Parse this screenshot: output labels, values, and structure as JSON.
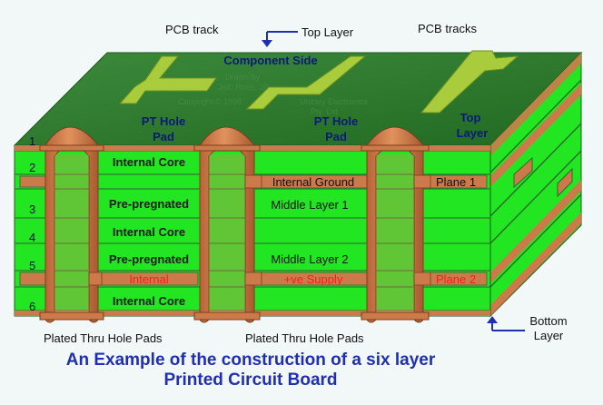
{
  "labels": {
    "pcb_track": "PCB track",
    "top_layer": "Top Layer",
    "pcb_tracks": "PCB tracks",
    "component_side": "Component Side",
    "pt_hole_pad_left_1": "PT Hole",
    "pt_hole_pad_left_2": "Pad",
    "pt_hole_pad_mid_1": "PT Hole",
    "pt_hole_pad_mid_2": "Pad",
    "top_layer_side_1": "Top",
    "top_layer_side_2": "Layer",
    "bottom_layer_1": "Bottom",
    "bottom_layer_2": "Layer",
    "plated_thru_left": "Plated Thru Hole Pads",
    "plated_thru_mid": "Plated Thru Hole Pads"
  },
  "watermark": {
    "drawn_by_1": "Drawn by",
    "drawn_by_2": "Jeff. Rose, JP",
    "copyright": "Copyright © 1998",
    "company_1": "Unitary Electronics",
    "company_2": "Pty. Ltd."
  },
  "layer_numbers": [
    "1",
    "2",
    "3",
    "4",
    "5",
    "6"
  ],
  "columns": {
    "left": [
      "Internal Core",
      "Pre-pregnated",
      "Internal Core",
      "Pre-pregnated",
      "Internal",
      "Internal Core"
    ],
    "middle": [
      "Internal Ground",
      "Middle Layer 1",
      "Middle Layer 2",
      "+ve Supply"
    ],
    "right": [
      "Plane 1",
      "Plane 2"
    ]
  },
  "caption": {
    "line1": "An Example of the construction of a  six layer",
    "line2": "Printed Circuit Board"
  },
  "colors": {
    "green": "#22e622",
    "dark_green": "#2f7a2f",
    "olive": "#a8cc3c",
    "copper": "#cc7a4a",
    "blue": "#1f2fb0",
    "red": "#ff1a1a"
  }
}
